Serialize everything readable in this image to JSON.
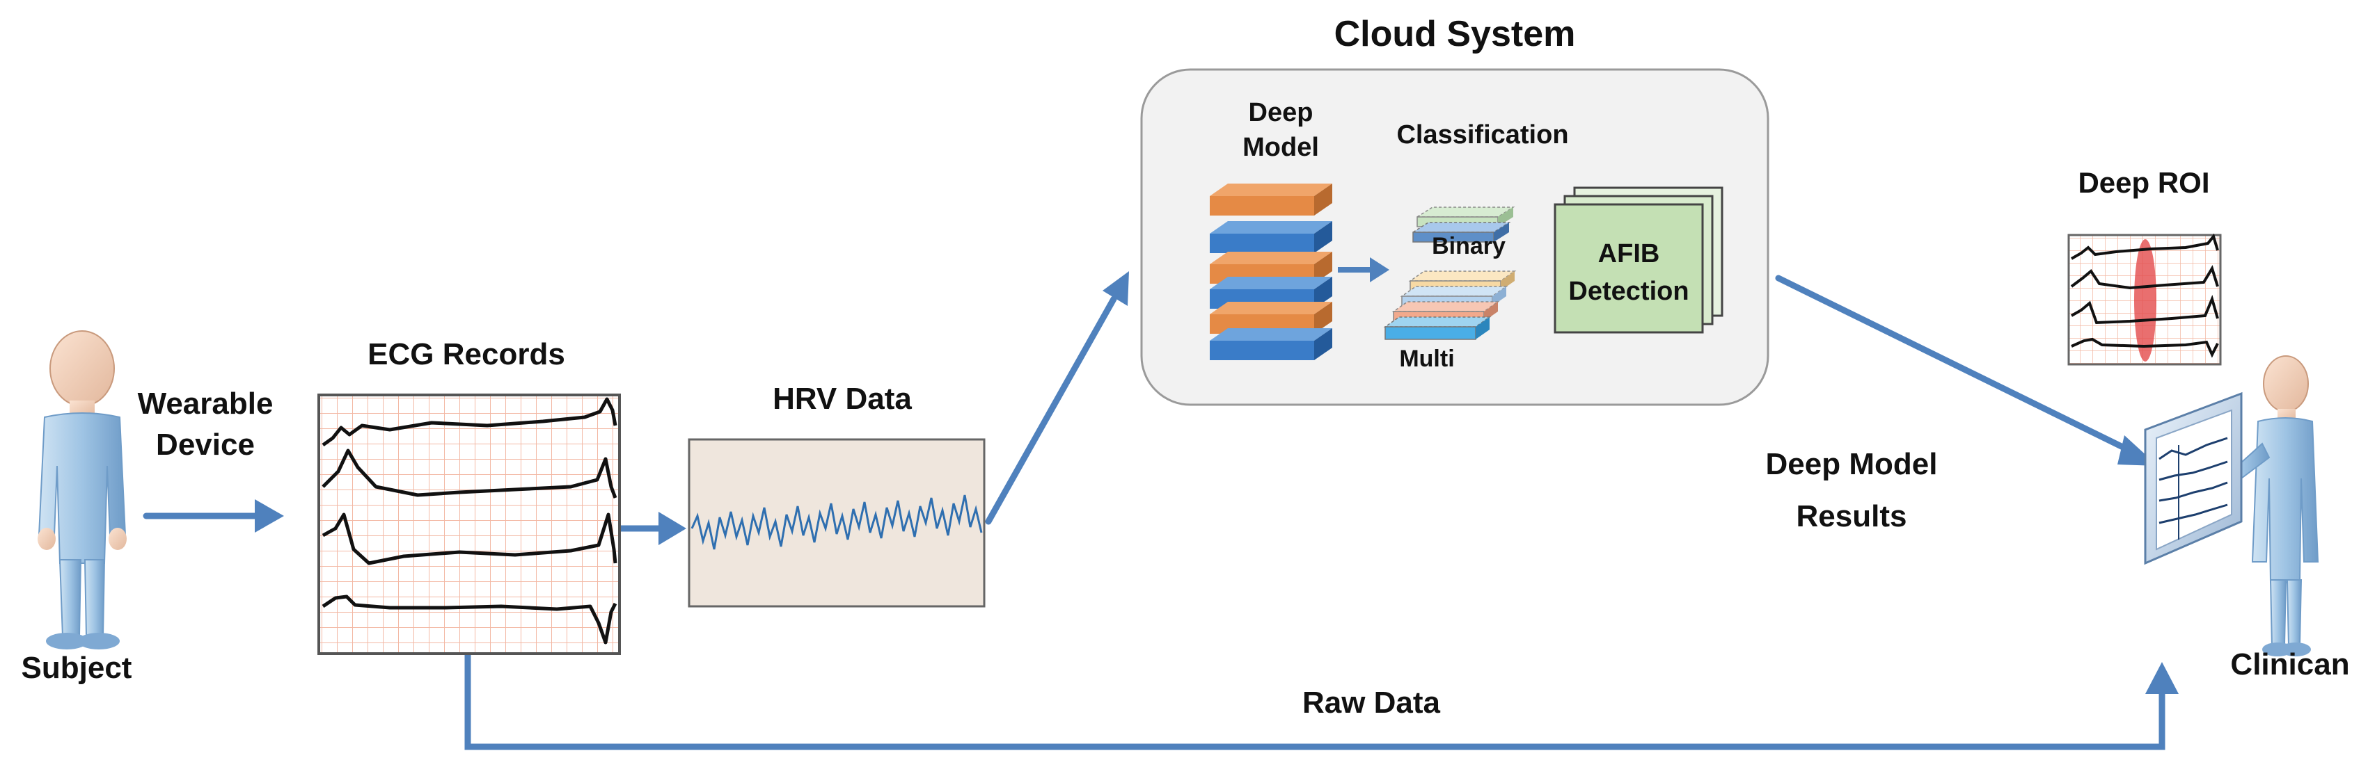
{
  "labels": {
    "subject": "Subject",
    "wearable_line1": "Wearable",
    "wearable_line2": "Device",
    "ecg_records": "ECG Records",
    "hrv_data": "HRV Data",
    "cloud_system": "Cloud System",
    "deep_model_line1": "Deep",
    "deep_model_line2": "Model",
    "classification": "Classification",
    "binary": "Binary",
    "multi": "Multi",
    "afib_line1": "AFIB",
    "afib_line2": "Detection",
    "deep_roi": "Deep ROI",
    "deep_model_results_line1": "Deep Model",
    "deep_model_results_line2": "Results",
    "clinician": "Clinican",
    "raw_data": "Raw Data"
  },
  "icons": {
    "subject": "person-icon",
    "clinician": "person-icon",
    "monitor": "monitor-icon"
  },
  "colors": {
    "arrow": "#4f81bd",
    "ecg_grid": "#f3b8a4",
    "hrv_signal": "#2f6fb0",
    "hrv_bg": "#efe6dd",
    "cloud_bg": "#f2f2f2",
    "layer_orange": "#e58a45",
    "layer_blue": "#3a7cc8",
    "afib_fill": "#c4e0b4",
    "roi_highlight": "#e34b4b"
  }
}
